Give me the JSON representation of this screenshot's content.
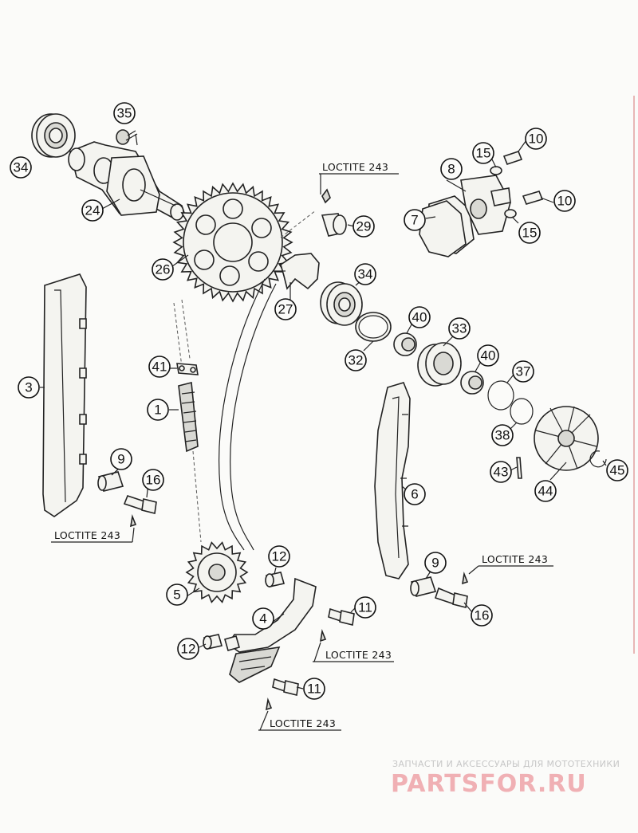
{
  "loctite": {
    "upper": "LOCTITE 243",
    "left": "LOCTITE 243",
    "right": "LOCTITE 243",
    "middle": "LOCTITE 243",
    "bottom": "LOCTITE 243"
  },
  "callouts": {
    "c34a": "34",
    "c35": "35",
    "c24": "24",
    "c26": "26",
    "c29": "29",
    "c27": "27",
    "c10a": "10",
    "c15a": "15",
    "c8": "8",
    "c7": "7",
    "c10b": "10",
    "c15b": "15",
    "c34b": "34",
    "c32": "32",
    "c40a": "40",
    "c33": "33",
    "c40b": "40",
    "c37": "37",
    "c38": "38",
    "c43": "43",
    "c44": "44",
    "c45": "45",
    "c3": "3",
    "c41": "41",
    "c1": "1",
    "c9a": "9",
    "c16a": "16",
    "c6": "6",
    "c9b": "9",
    "c16b": "16",
    "c12a": "12",
    "c5": "5",
    "c4": "4",
    "c11a": "11",
    "c12b": "12",
    "c11b": "11"
  },
  "watermark": {
    "tagline": "ЗАПЧАСТИ И АКСЕССУАРЫ ДЛЯ МОТОТЕХНИКИ",
    "brand": "PARTSFOR.RU"
  }
}
